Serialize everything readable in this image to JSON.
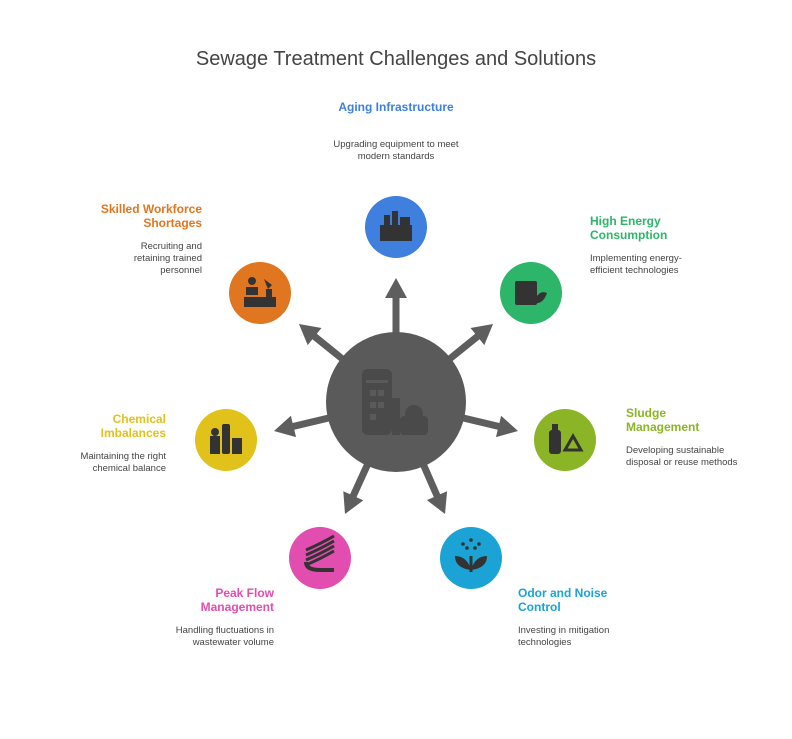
{
  "title": "Sewage Treatment Challenges and Solutions",
  "nodes": [
    {
      "heading": "Aging Infrastructure",
      "description": "Upgrading equipment to meet modern standards",
      "color": "#3f7fde",
      "icon": "factory-icon"
    },
    {
      "heading": "High Energy Consumption",
      "description": "Implementing energy-efficient technologies",
      "color": "#2db56a",
      "icon": "box-plant-icon"
    },
    {
      "heading": "Sludge Management",
      "description": "Developing sustainable disposal or reuse methods",
      "color": "#8bb526",
      "icon": "recycle-icon"
    },
    {
      "heading": "Odor and Noise Control",
      "description": "Investing in mitigation technologies",
      "color": "#1aa3d4",
      "icon": "sprout-icon"
    },
    {
      "heading": "Peak Flow Management",
      "description": "Handling fluctuations in wastewater volume",
      "color": "#e24db0",
      "icon": "flow-icon"
    },
    {
      "heading": "Chemical Imbalances",
      "description": "Maintaining the right chemical balance",
      "color": "#e0c21a",
      "icon": "chemical-plant-icon"
    },
    {
      "heading": "Skilled Workforce Shortages",
      "description": "Recruiting and retaining trained personnel",
      "color": "#e0761f",
      "icon": "workforce-icon"
    }
  ],
  "hub": {
    "color": "#5a5a5a",
    "icon": "treatment-plant-icon"
  }
}
